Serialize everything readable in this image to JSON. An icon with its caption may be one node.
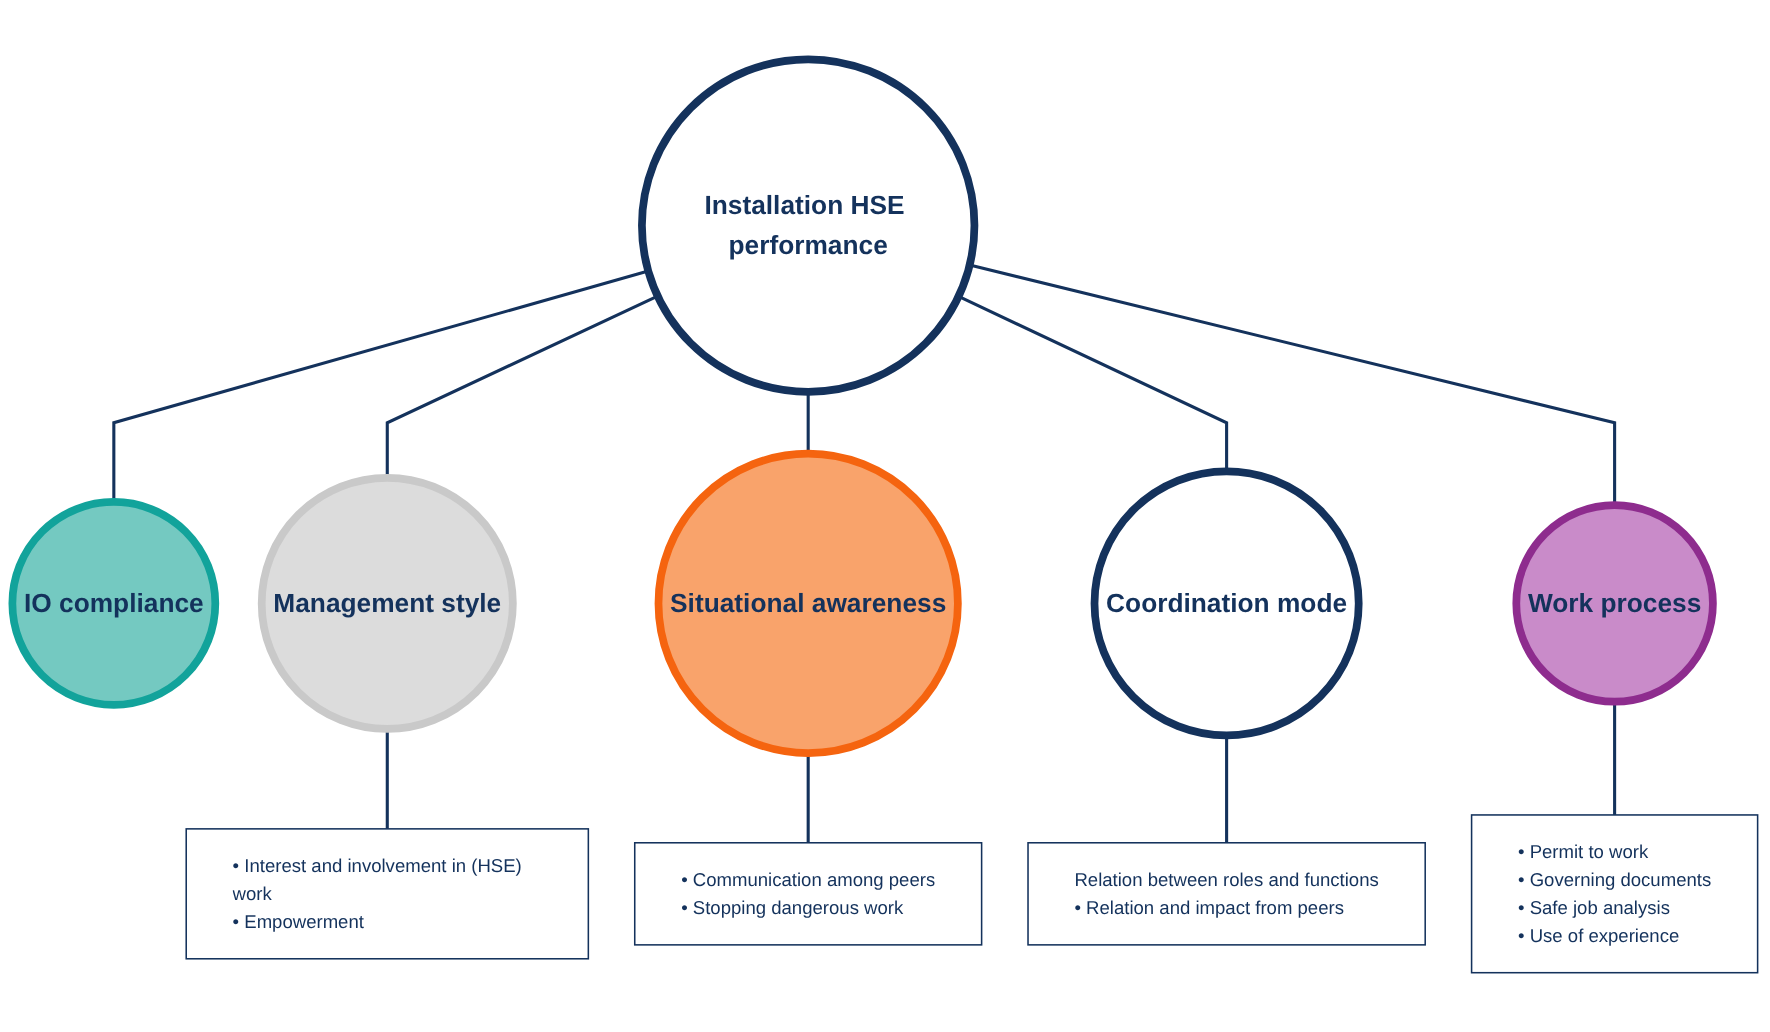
{
  "diagram": {
    "nodes": [
      {
        "text": [
          "Installation HSE performance"
        ]
      },
      {
        "text": [
          "IO compliance"
        ]
      },
      {
        "text": [
          "Management style"
        ]
      },
      {
        "text": [
          "Situational awareness"
        ]
      },
      {
        "text": [
          "Coordination mode"
        ]
      },
      {
        "text": [
          "Work process"
        ]
      },
      {
        "text": [
          "• Permit to work",
          "• Governing documents",
          "• Safe job analysis",
          "• Use of experience"
        ]
      },
      {
        "text": [
          "• Interest and involvement in (HSE) work",
          "• Empowerment"
        ]
      },
      {
        "text": [
          "Relation between roles and functions",
          "• Relation and impact from peers"
        ]
      },
      {
        "text": [
          "• Communication among peers",
          "• Stopping dangerous work"
        ]
      }
    ],
    "edges": [
      {
        "from": 0,
        "to": 1,
        "arrow": "none"
      },
      {
        "from": 0,
        "to": 2,
        "arrow": "none"
      },
      {
        "from": 0,
        "to": 3,
        "arrow": "none"
      },
      {
        "from": 0,
        "to": 4,
        "arrow": "none"
      },
      {
        "from": 0,
        "to": 5,
        "arrow": "none"
      },
      {
        "from": 5,
        "to": 6,
        "arrow": "none"
      },
      {
        "from": 2,
        "to": 7,
        "arrow": "none"
      },
      {
        "from": 4,
        "to": 8,
        "arrow": "none"
      },
      {
        "from": 3,
        "to": 9,
        "arrow": "none"
      }
    ]
  }
}
